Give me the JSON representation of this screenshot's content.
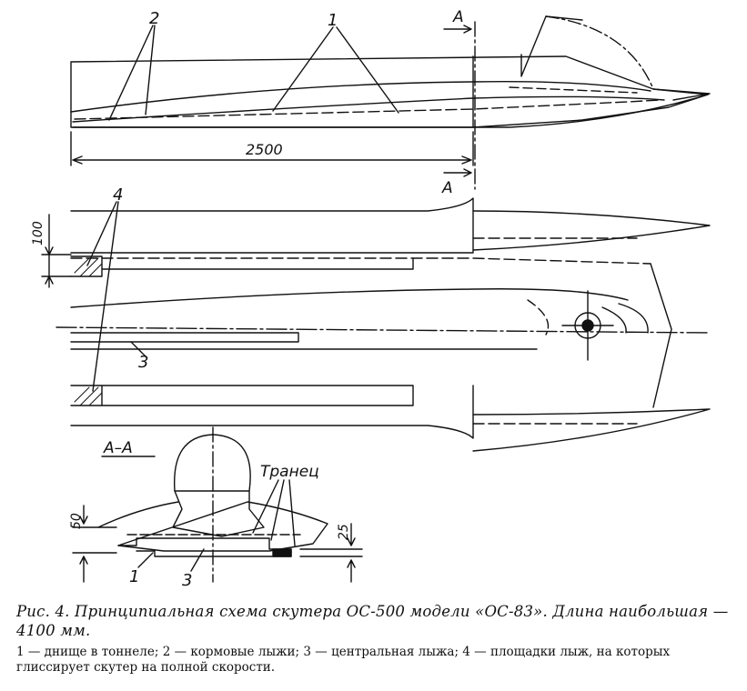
{
  "figure": {
    "section_marks": {
      "a_top": "A",
      "a_bottom": "A"
    },
    "dimensions": {
      "length": "2500",
      "height_100": "100",
      "height_50": "50",
      "height_25": "25"
    },
    "callouts": {
      "n1": "1",
      "n2": "2",
      "n3": "3",
      "n4": "4",
      "n1_section": "1",
      "n3_section": "3"
    },
    "section_title": "А–А",
    "transom_label": "Транец"
  },
  "caption": {
    "title": "Рис. 4. Принципиальная схема скутера ОС-500 модели «ОС-83». Длина наибольшая — 4100 мм.",
    "legend": "1 — днище в тоннеле; 2 — кормовые лыжи; 3 — центральная лыжа; 4 — площадки лыж, на которых глиссирует скутер на полной скорости."
  }
}
